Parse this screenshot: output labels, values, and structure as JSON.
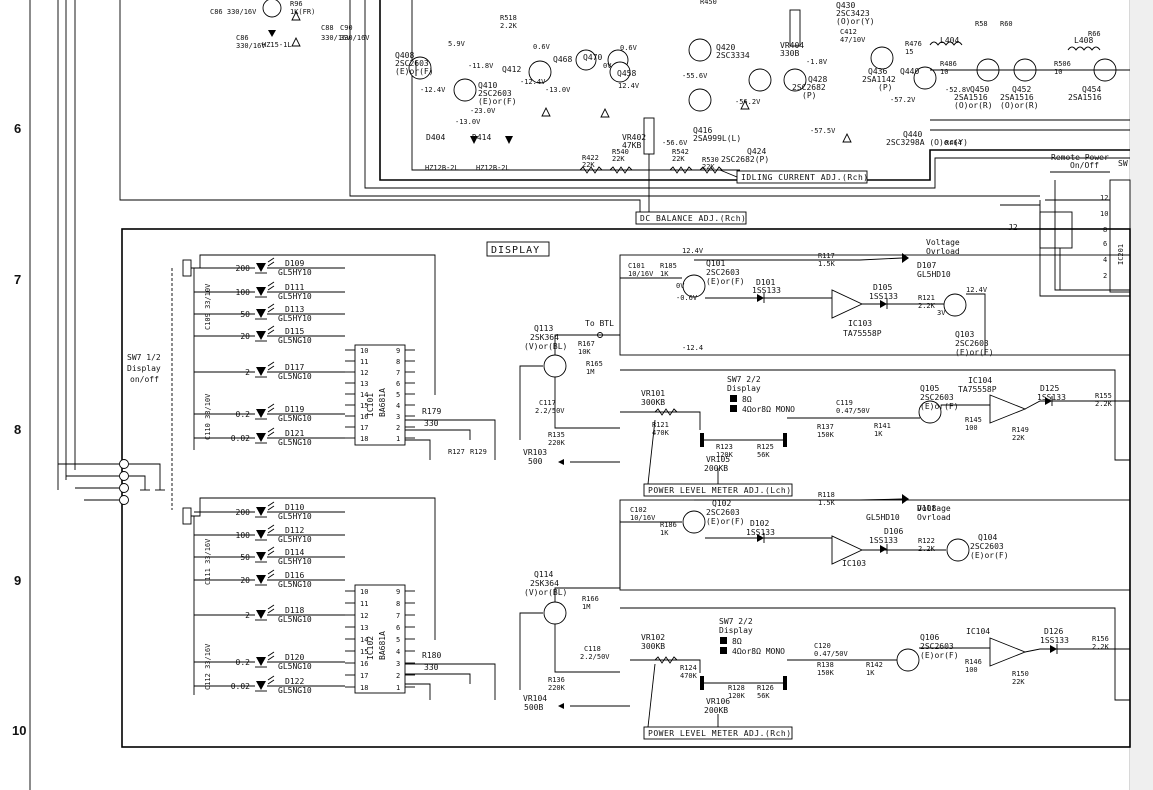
{
  "row_numbers": [
    "6",
    "7",
    "8",
    "9",
    "10"
  ],
  "labels": {
    "display": "DISPLAY",
    "idling": "IDLING CURRENT ADJ.(Rch)",
    "dc_balance": "DC BALANCE ADJ.(Rch)",
    "power_meter_l": "POWER LEVEL METER ADJ.(Lch)",
    "power_meter_r": "POWER LEVEL METER ADJ.(Rch)",
    "remote_power_1": "Remote Power",
    "remote_power_2": "On/Off",
    "j2": "J2",
    "ic201": "IC201",
    "sw7_12_a": "SW7 1/2",
    "sw7_12_b": "Display",
    "sw7_12_c": "on/off",
    "to_btl": "To BTL",
    "sw7_22_a": "SW7 2/2",
    "sw7_22_b": "Display",
    "ohm8": "8Ω",
    "ohm4": "4Ωor8Ω MONO"
  },
  "top_amp": {
    "q408": "Q408",
    "q408_part": "2SC2603",
    "q408_grade": "(E)or(F)",
    "q410": "Q410",
    "q410_part": "2SC2603",
    "q410_grade": "(E)or(F)",
    "q412": "Q412",
    "q468": "Q468",
    "q470": "Q470",
    "q458": "Q458",
    "q420": "Q420",
    "q420_part": "2SC3334",
    "q416": "Q416",
    "q416_part": "2SA999L(L)",
    "q424": "Q424",
    "q424_part": "2SC2682(P)",
    "q428": "Q428",
    "q428_part": "2SC2682",
    "q428_grade": "(P)",
    "q430": "Q430",
    "q430_part": "2SC3423",
    "q430_grade": "(O)or(Y)",
    "q436": "Q436",
    "q436_part": "2SA1142",
    "q436_grade": "(P)",
    "q440a": "Q440",
    "q440b": "Q440",
    "q440_part": "2SC3298A (O)or(Y)",
    "q450": "Q450",
    "q450_part": "2SA1516",
    "q450_grade": "(O)or(R)",
    "q452": "Q452",
    "q452_part": "2SA1516",
    "q452_grade": "(O)or(R)",
    "q454": "Q454",
    "q454_part": "2SA1516",
    "vr402": "VR402",
    "vr402_val": "47KB",
    "vr404": "VR404",
    "vr404_val": "330B",
    "d404": "D404",
    "d404_part": "HZ12B-2L",
    "d414": "D414",
    "d414_part": "HZ12B-2L",
    "hz15": "HZ15-1L",
    "l404": "L404",
    "l408": "L408",
    "r422": "R422",
    "r422_val": "22K",
    "r540": "R540",
    "r540_val": "22K",
    "r542": "R542",
    "r542_val": "22K",
    "r530": "R530",
    "r530_val": "22K",
    "r476": "R476",
    "r476_val": "15",
    "r486": "R486",
    "r486_val": "10",
    "r506": "R506",
    "r506_val": "10",
    "v_59": "5.9V",
    "v_118": "-11.8V",
    "v_124": "-12.4V",
    "v_130": "-13.0V",
    "v_06": "0.6V",
    "v_0": "0V",
    "v_124b": "12.4V",
    "v_556": "-55.6V",
    "v_562": "-56.2V",
    "v_566": "-56.6V",
    "v_575": "-57.5V",
    "v_572": "-57.2V",
    "v_528": "-52.8V",
    "v_230": "-23.0V",
    "v_18": "-1.8V"
  },
  "display_top": {
    "leds": [
      {
        "level": "200",
        "ref": "D109",
        "part": "GL5HY10"
      },
      {
        "level": "100",
        "ref": "D111",
        "part": "GL5HY10"
      },
      {
        "level": "50",
        "ref": "D113",
        "part": "GL5HY10"
      },
      {
        "level": "20",
        "ref": "D115",
        "part": "GL5NG10"
      },
      {
        "level": "2",
        "ref": "D117",
        "part": "GL5NG10"
      },
      {
        "level": "0.2",
        "ref": "D119",
        "part": "GL5NG10"
      },
      {
        "level": "0.02",
        "ref": "D121",
        "part": "GL5NG10"
      }
    ],
    "ic": "IC101",
    "ic_part": "BA681A",
    "ic_left_pins": [
      "10",
      "11",
      "12",
      "13",
      "14",
      "15",
      "16",
      "17",
      "18"
    ],
    "ic_right_pins": [
      "9",
      "8",
      "7",
      "6",
      "5",
      "4",
      "3",
      "2",
      "1"
    ],
    "c109": "C109 33/10V",
    "c110": "C110 33/10V",
    "r179": "R179",
    "r179_val": "330",
    "q113": "Q113",
    "q113_part": "2SK364",
    "q113_grade": "(V)or(BL)",
    "r167": "R167",
    "r167_val": "10K",
    "r165": "R165",
    "r165_val": "1M",
    "c117": "C117",
    "c117_val": "2.2/50V",
    "vr103": "VR103",
    "vr103_val": "500",
    "vr101": "VR101",
    "vr101_val": "300KB",
    "r135": "R135",
    "r135_val": "220K",
    "r123": "R123",
    "r123_val": "120K",
    "r125": "R125",
    "r125_val": "56K",
    "vr105": "VR105",
    "vr105_val": "200KB",
    "r121": "R121",
    "r121_val": "470K",
    "r137": "R137",
    "r137_val": "150K",
    "c119": "C119",
    "c119_val": "0.47/50V",
    "r141": "R141",
    "r141_val": "1K",
    "q105": "Q105",
    "q105_part": "2SC2603",
    "q105_grade": "(E)or(F)",
    "ic104": "IC104",
    "ic104_part": "TA75558P",
    "d125": "D125",
    "d125_part": "1SS133",
    "r155": "R155",
    "r155_val": "2.2K",
    "r145": "R145",
    "r145_val": "100",
    "r149": "R149",
    "r149_val": "22K",
    "q101": "Q101",
    "q101_part": "2SC2603",
    "q101_grade": "(E)or(F)",
    "d101": "D101",
    "d101_part": "1SS133",
    "r185": "R185",
    "r185_val": "1K",
    "c101": "C101",
    "c101_val": "10/16V",
    "r117": "R117",
    "r117_val": "1.5K",
    "d107": "D107",
    "d107_part": "GL5HD10",
    "voltage": "Voltage",
    "overload": "Ovrload",
    "d105": "D105",
    "d105_part": "1SS133",
    "ic103": "IC103",
    "ic103_part": "TA75558P",
    "q103": "Q103",
    "q103_part": "2SC2603",
    "q103_grade": "(E)or(F)",
    "r121b": "R121",
    "r121b_val": "2.2K",
    "v_124": "12.4V",
    "v_0": "0V",
    "v_06": "-0.6V",
    "v_3": "3V",
    "v_124n": "-12.4"
  },
  "display_bottom": {
    "leds": [
      {
        "level": "200",
        "ref": "D110",
        "part": "GL5HY10"
      },
      {
        "level": "100",
        "ref": "D112",
        "part": "GL5HY10"
      },
      {
        "level": "50",
        "ref": "D114",
        "part": "GL5HY10"
      },
      {
        "level": "20",
        "ref": "D116",
        "part": "GL5NG10"
      },
      {
        "level": "2",
        "ref": "D118",
        "part": "GL5NG10"
      },
      {
        "level": "0.2",
        "ref": "D120",
        "part": "GL5NG10"
      },
      {
        "level": "0.02",
        "ref": "D122",
        "part": "GL5NG10"
      }
    ],
    "ic": "IC102",
    "ic_part": "BA681A",
    "ic_left_pins": [
      "10",
      "11",
      "12",
      "13",
      "14",
      "15",
      "16",
      "17",
      "18"
    ],
    "ic_right_pins": [
      "9",
      "8",
      "7",
      "6",
      "5",
      "4",
      "3",
      "2",
      "1"
    ],
    "c111": "C111 33/16V",
    "c112": "C112 33/16V",
    "r180": "R180",
    "r180_val": "330",
    "q114": "Q114",
    "q114_part": "2SK364",
    "q114_grade": "(V)or(BL)",
    "r166": "R166",
    "r166_val": "1M",
    "c118": "C118",
    "c118_val": "2.2/50V",
    "vr104": "VR104",
    "vr104_val": "500B",
    "vr102": "VR102",
    "vr102_val": "300KB",
    "r136": "R136",
    "r136_val": "220K",
    "r128": "R128",
    "r128_val": "120K",
    "r126": "R126",
    "r126_val": "56K",
    "vr106": "VR106",
    "vr106_val": "200KB",
    "r124": "R124",
    "r124_val": "470K",
    "r138": "R138",
    "r138_val": "150K",
    "c120": "C120",
    "c120_val": "0.47/50V",
    "r142": "R142",
    "r142_val": "1K",
    "q106": "Q106",
    "q106_part": "2SC2603",
    "q106_grade": "(E)or(F)",
    "ic104": "IC104",
    "d126": "D126",
    "d126_part": "1SS133",
    "r156": "R156",
    "r156_val": "2.2K",
    "r146": "R146",
    "r146_val": "100",
    "r150": "R150",
    "r150_val": "22K",
    "q102": "Q102",
    "q102_part": "2SC2603",
    "q102_grade": "(E)or(F)",
    "d102": "D102",
    "d102_part": "1SS133",
    "r186": "R186",
    "r186_val": "1K",
    "c102": "C102",
    "c102_val": "10/16V",
    "r118": "R118",
    "r118_val": "1.5K",
    "d108": "D108",
    "d108_part": "GL5HD10",
    "voltage": "Voltage",
    "overload": "Ovrload",
    "d106": "D106",
    "d106_part": "1SS133",
    "ic103": "IC103",
    "q104": "Q104",
    "q104_part": "2SC2603",
    "q104_grade": "(E)or(F)",
    "r122": "R122",
    "r122_val": "2.2K"
  }
}
